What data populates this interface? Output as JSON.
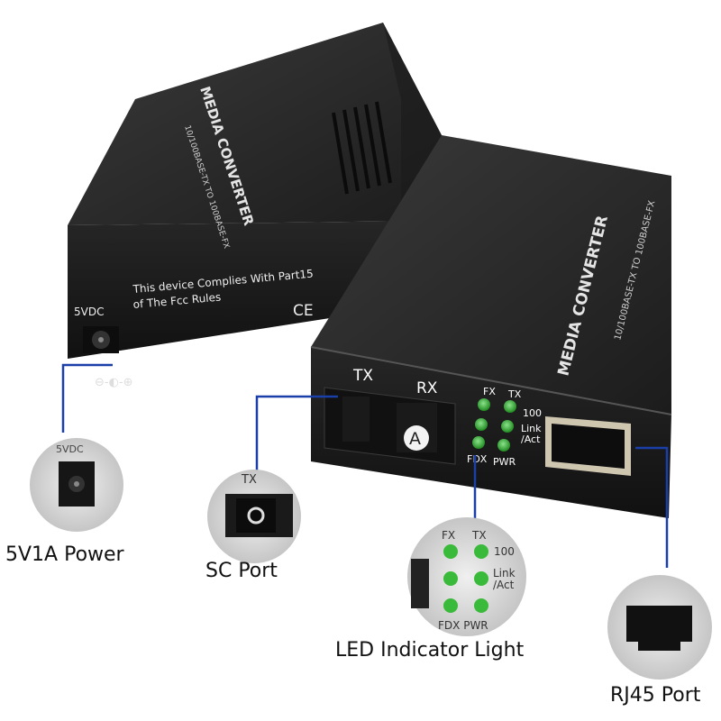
{
  "device": {
    "top_label": "MEDIA CONVERTER",
    "top_sublabel": "10/100BASE-TX TO 100BASE-FX",
    "power_label": "5VDC",
    "compliance_text_line1": "This device Complies With Part15",
    "compliance_text_line2": "of The Fcc Rules",
    "ce_mark": "CE",
    "polarity_symbol": "⊖-◐-⊕",
    "port_tx": "TX",
    "port_rx": "RX",
    "port_badge": "A",
    "led_labels": {
      "fx": "FX",
      "tx": "TX",
      "speed": "100",
      "link": "Link",
      "act": "/Act",
      "fdx": "FDX",
      "pwr": "PWR"
    }
  },
  "callouts": {
    "power": {
      "caption": "5V1A Power",
      "inset_label": "5VDC"
    },
    "sc_port": {
      "caption": "SC Port",
      "inset_label": "TX"
    },
    "led": {
      "caption": "LED Indicator Light"
    },
    "rj45": {
      "caption": "RJ45 Port"
    }
  },
  "colors": {
    "callout_line": "#1a3fa8",
    "led_green": "#2fb52f",
    "chassis": "#2a2a2a",
    "inset_bg": "#d9d9d9"
  }
}
